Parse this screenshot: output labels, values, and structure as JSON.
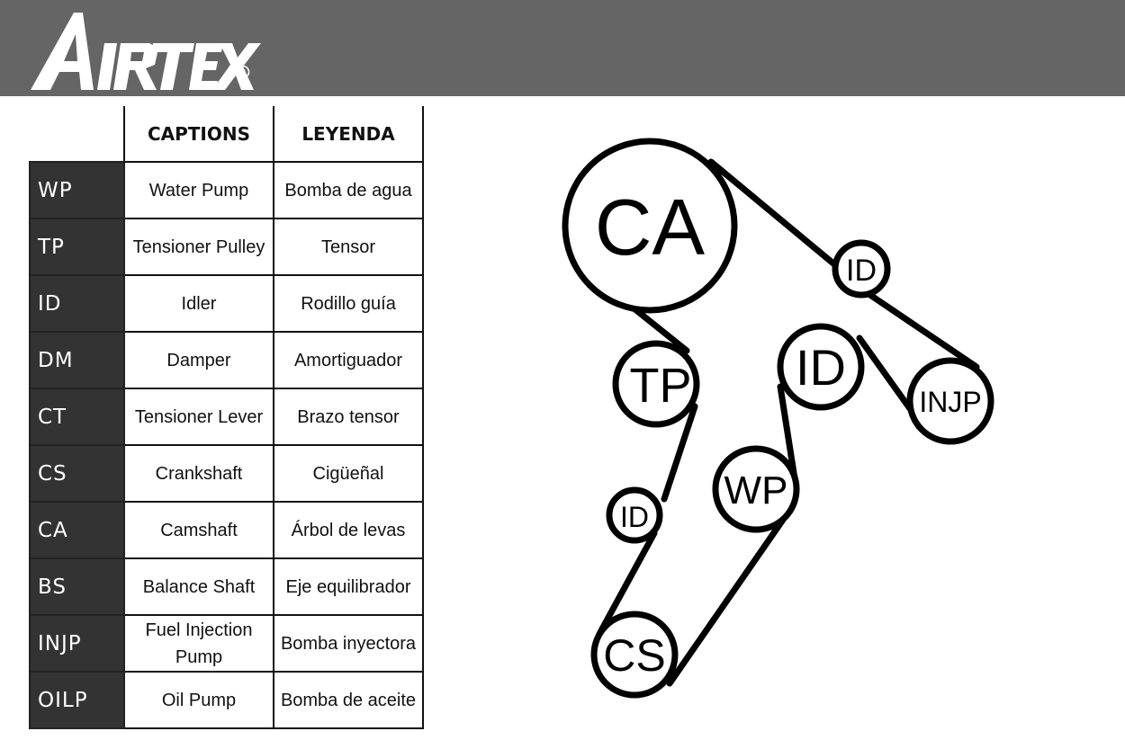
{
  "brand": {
    "name": "AIRTEX",
    "registered": "®"
  },
  "table": {
    "headers": [
      "",
      "CAPTIONS",
      "LEYENDA"
    ],
    "rows": [
      {
        "code": "WP",
        "caption": "Water Pump",
        "leyenda": "Bomba de agua"
      },
      {
        "code": "TP",
        "caption": "Tensioner Pulley",
        "leyenda": "Tensor"
      },
      {
        "code": "ID",
        "caption": "Idler",
        "leyenda": "Rodillo guía"
      },
      {
        "code": "DM",
        "caption": "Damper",
        "leyenda": "Amortiguador"
      },
      {
        "code": "CT",
        "caption": "Tensioner Lever",
        "leyenda": "Brazo tensor"
      },
      {
        "code": "CS",
        "caption": "Crankshaft",
        "leyenda": "Cigüeñal"
      },
      {
        "code": "CA",
        "caption": "Camshaft",
        "leyenda": "Árbol de levas"
      },
      {
        "code": "BS",
        "caption": "Balance Shaft",
        "leyenda": "Eje equilibrador"
      },
      {
        "code": "INJP",
        "caption": "Fuel Injection Pump",
        "leyenda": "Bomba inyectora"
      },
      {
        "code": "OILP",
        "caption": "Oil Pump",
        "leyenda": "Bomba de aceite"
      }
    ]
  },
  "diagram": {
    "pulleys": [
      {
        "id": "ca",
        "label": "CA"
      },
      {
        "id": "id-top",
        "label": "ID"
      },
      {
        "id": "id-mid",
        "label": "ID"
      },
      {
        "id": "injp",
        "label": "INJP"
      },
      {
        "id": "tp",
        "label": "TP"
      },
      {
        "id": "wp",
        "label": "WP"
      },
      {
        "id": "id-low",
        "label": "ID"
      },
      {
        "id": "cs",
        "label": "CS"
      }
    ]
  },
  "colors": {
    "header": "#656565",
    "code_cell": "#333333",
    "line": "#000000"
  }
}
